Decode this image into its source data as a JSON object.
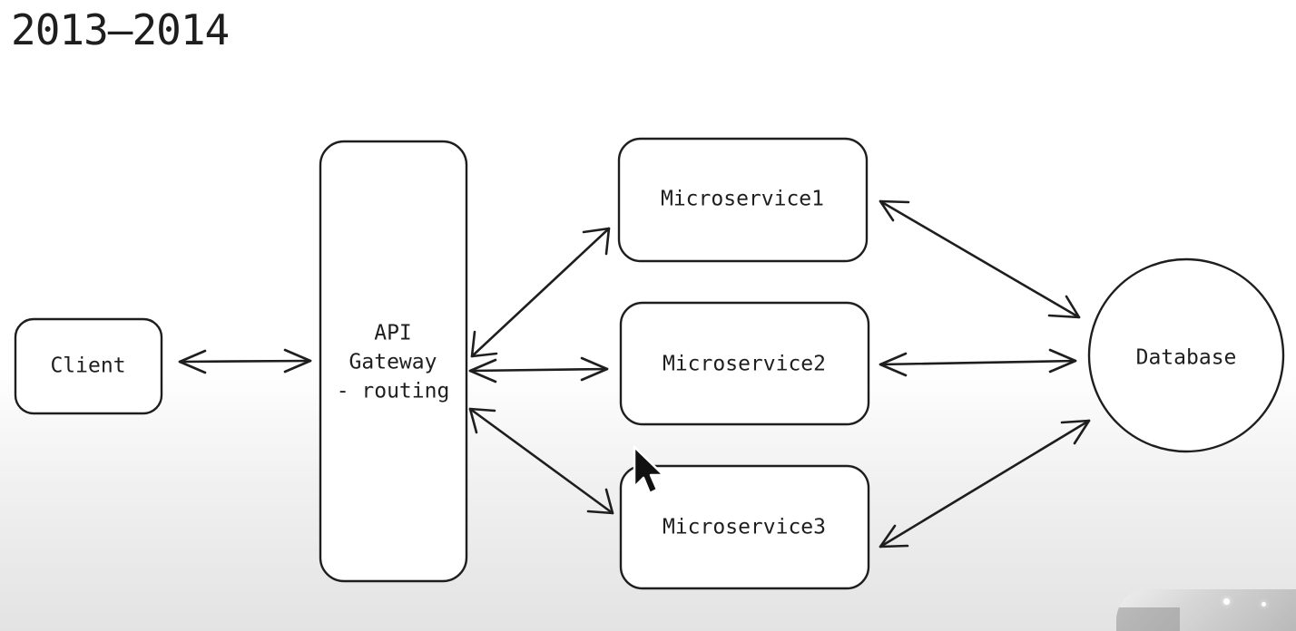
{
  "heading": "2013–2014",
  "nodes": {
    "client": "Client",
    "gateway": [
      "API",
      "Gateway",
      "- routing"
    ],
    "microservice1": "Microservice1",
    "microservice2": "Microservice2",
    "microservice3": "Microservice3",
    "database": "Database"
  },
  "edges": [
    {
      "from": "client",
      "to": "gateway",
      "direction": "both"
    },
    {
      "from": "gateway",
      "to": "microservice1",
      "direction": "both"
    },
    {
      "from": "gateway",
      "to": "microservice2",
      "direction": "both"
    },
    {
      "from": "gateway",
      "to": "microservice3",
      "direction": "both"
    },
    {
      "from": "microservice1",
      "to": "database",
      "direction": "both"
    },
    {
      "from": "microservice2",
      "to": "database",
      "direction": "both"
    },
    {
      "from": "microservice3",
      "to": "database",
      "direction": "both"
    }
  ],
  "colors": {
    "stroke": "#1e1e1e",
    "fill": "#ffffff"
  }
}
